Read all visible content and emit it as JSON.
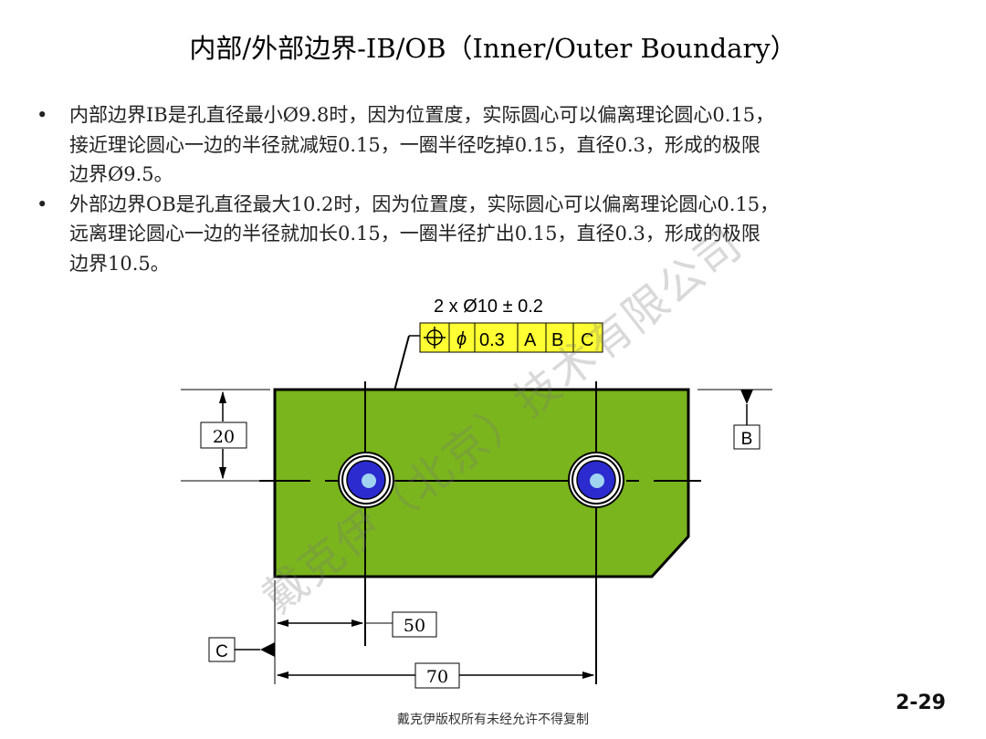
{
  "title": "内部/外部边界-IB/OB（Inner/Outer Boundary）",
  "bullets": [
    {
      "line1": "内部边界IB是孔直径最小Ø9.8时，因为位置度，实际圆心可以偏离理论圆心0.15，",
      "line2": "接近理论圆心一边的半径就减短0.15，一圈半径吃掉0.15，直径0.3，形成的极限",
      "line3": "边界Ø9.5。"
    },
    {
      "line1": "外部边界OB是孔直径最大10.2时，因为位置度，实际圆心可以偏离理论圆心0.15，",
      "line2": "远离理论圆心一边的半径就加长0.15，一圈半径扩出0.15，直径0.3，形成的极限",
      "line3": "边界10.5。"
    }
  ],
  "drawing": {
    "hole_callout": "2 x Ø10 ± 0.2",
    "fcf": {
      "symbol": "⌖",
      "dia": "ϕ",
      "tol": "0.3",
      "datum1": "A",
      "datum2": "B",
      "datum3": "C"
    },
    "dim_vertical": "20",
    "dim_50": "50",
    "dim_70": "70",
    "datum_b": "B",
    "datum_c": "C",
    "part_color": "#7ab51d",
    "hole_color": "#2b2bd0",
    "fcf_color": "#ffff33"
  },
  "watermark": "戴克伊（北京）技术有限公司",
  "footer": "戴克伊版权所有未经允许不得复制",
  "page_number": "2-29"
}
